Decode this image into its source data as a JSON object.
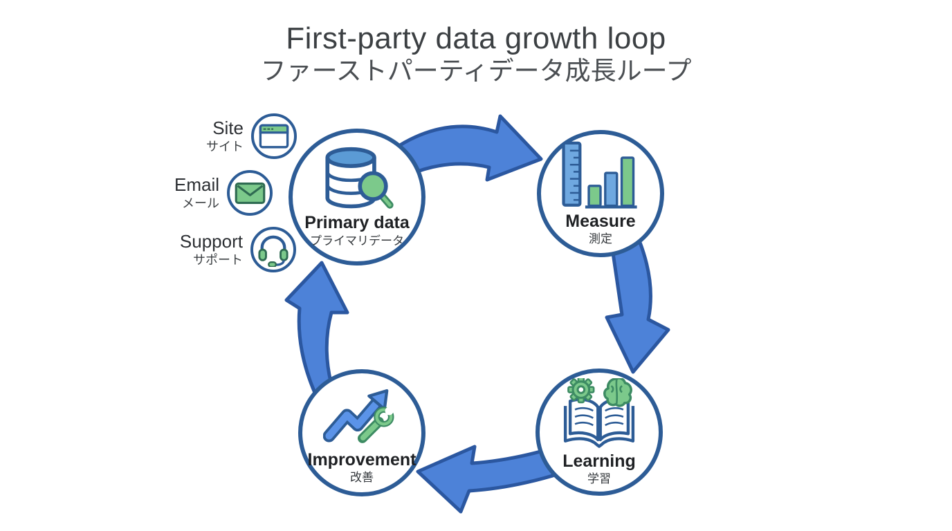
{
  "title": {
    "en": "First-party data growth loop",
    "ja": "ファーストパーティデータ成長ループ"
  },
  "sources": [
    {
      "label_en": "Site",
      "label_ja": "サイト",
      "icon": "browser-window-icon"
    },
    {
      "label_en": "Email",
      "label_ja": "メール",
      "icon": "envelope-icon"
    },
    {
      "label_en": "Support",
      "label_ja": "サポート",
      "icon": "headset-icon"
    }
  ],
  "loop_nodes": [
    {
      "label_en": "Primary data",
      "label_ja": "プライマリデータ",
      "icon": "database-magnifier-icon"
    },
    {
      "label_en": "Measure",
      "label_ja": "測定",
      "icon": "ruler-bar-chart-icon"
    },
    {
      "label_en": "Learning",
      "label_ja": "学習",
      "icon": "book-gear-brain-icon"
    },
    {
      "label_en": "Improvement",
      "label_ja": "改善",
      "icon": "growth-arrow-wrench-icon"
    }
  ],
  "loop_order": "Primary data → Measure → Learning → Improvement → Primary data",
  "colors": {
    "circle_outline": "#2d5c96",
    "arrow_fill": "#4d82d8",
    "arrow_outline": "#2b57a0",
    "green_fill": "#7cc98b",
    "green_dark": "#3d8b63",
    "blue_light_fill": "#6fa8e0",
    "blue_mid_fill": "#5b9bd5",
    "title_text": "#3c4043",
    "label_text": "#1f2124"
  }
}
